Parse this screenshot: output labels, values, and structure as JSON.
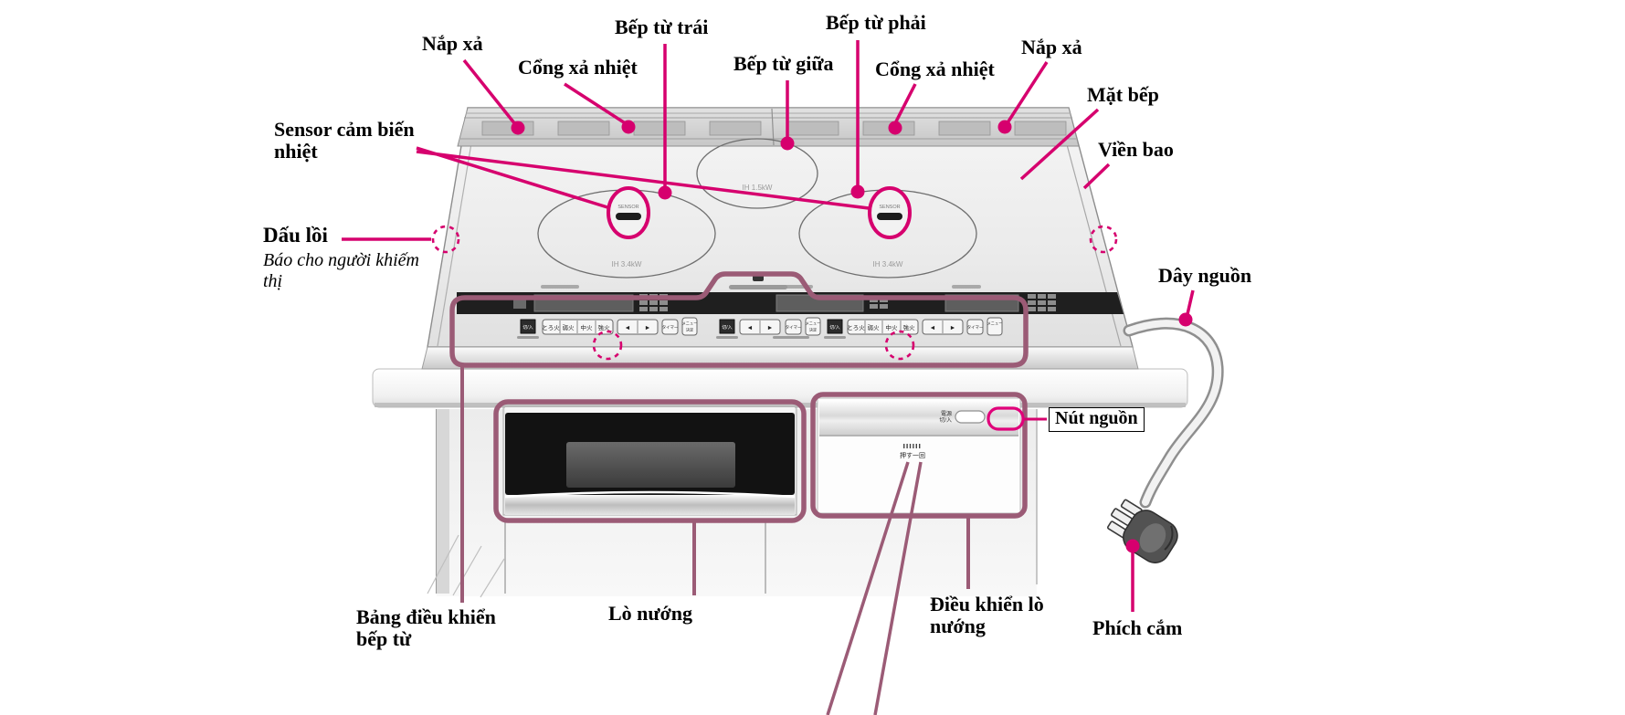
{
  "annotations": {
    "top": {
      "nap_xa_left": "Nắp xả",
      "cong_xa_left": "Cổng xả nhiệt",
      "bep_trai": "Bếp từ trái",
      "bep_giua": "Bếp từ giữa",
      "bep_phai": "Bếp từ phải",
      "cong_xa_right": "Cổng xả nhiệt",
      "nap_xa_right": "Nắp xả",
      "mat_bep": "Mặt bếp",
      "vien_bao": "Viền bao"
    },
    "left": {
      "sensor_line1": "Sensor cảm biến",
      "sensor_line2": "nhiệt",
      "dau_loi": "Dấu lồi",
      "dau_loi_note1": "Báo cho người khiếm",
      "dau_loi_note2": "thị"
    },
    "bottom": {
      "bang_line1": "Bảng điều khiển",
      "bang_line2": "bếp từ",
      "lo_nuong": "Lò nướng",
      "dieu_khien_line1": "Điều khiển lò",
      "dieu_khien_line2": "nướng"
    },
    "right": {
      "day_nguon": "Dây nguồn",
      "nut_nguon": "Nút nguồn",
      "phich_cam": "Phích cắm"
    }
  },
  "cooktop": {
    "watt_left": "IH 3.4kW",
    "watt_center": "IH 1.5kW",
    "watt_right": "IH 3.4kW",
    "sensor_badge": "SENSOR",
    "controls": {
      "power": "切/入",
      "fire_levels": [
        "とろ火",
        "弱火",
        "中火",
        "強火"
      ],
      "prev": "◄",
      "next": "►",
      "timer": "タイマー",
      "menu1": "メニュー",
      "menu2": "決定"
    }
  },
  "oven_panel": {
    "power1": "電源",
    "power2": "切/入",
    "push_mark": "押す一回"
  },
  "colors": {
    "annotation_pink": "#d6006e",
    "outline_maroon": "#9b5b76"
  }
}
